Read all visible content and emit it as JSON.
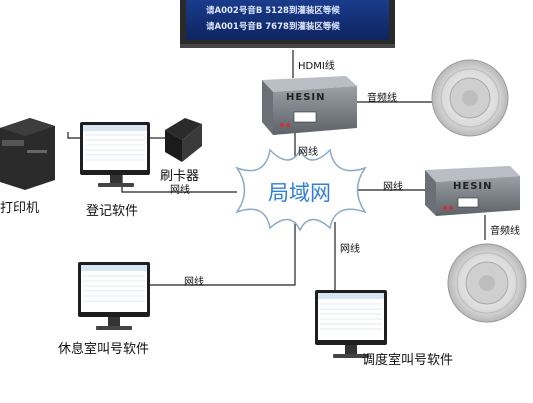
{
  "display": {
    "line1": "请A002号音B 5128到灌装区等候",
    "line2": "请A001号音B 7678到灌装区等候"
  },
  "hub_label": "局域网",
  "devices": {
    "printer": "打印机",
    "card_reader": "刷卡器",
    "register_pc": "登记软件",
    "rest_pc": "休息室叫号软件",
    "dispatch_pc": "调度室叫号软件",
    "box_brand": "HESIN"
  },
  "links": {
    "hdmi": "HDMI线",
    "audio_top": "音频线",
    "audio_right": "音频线",
    "net_top": "网线",
    "net_right": "网线",
    "net_register": "网线",
    "net_rest": "网线",
    "net_dispatch": "网线"
  }
}
